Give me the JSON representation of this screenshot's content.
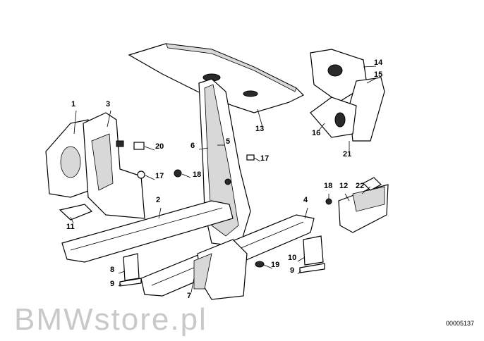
{
  "diagram": {
    "watermark": "BMWstore.pl",
    "reference_number": "00005137",
    "callouts": [
      "1",
      "3",
      "20",
      "17",
      "18",
      "6",
      "5",
      "17",
      "13",
      "14",
      "15",
      "16",
      "21",
      "18",
      "12",
      "22",
      "2",
      "4",
      "11",
      "8",
      "9",
      "7",
      "19",
      "10",
      "9"
    ]
  }
}
